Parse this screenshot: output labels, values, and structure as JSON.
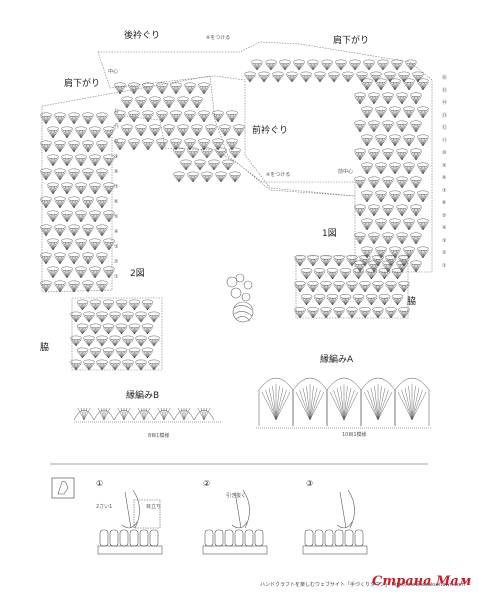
{
  "labels": {
    "back_neck": "後衿ぐり",
    "shoulder_right": "肩下がり",
    "shoulder_left": "肩下がり",
    "attach_top": "※をつける",
    "center_back": "中心",
    "front_neck": "前衿ぐり",
    "attach_mid": "※をつける",
    "center_front": "前中心",
    "figure1": "1図",
    "figure2": "2図",
    "side_right": "脇",
    "side_left": "脇",
    "edging_a": "縁編みA",
    "edging_b": "縁編みB",
    "repeat_a": "10目1模様",
    "repeat_b": "8目1模様"
  },
  "steps": [
    {
      "num": "①",
      "note_left": "2さい1",
      "note_right": "目立ち"
    },
    {
      "num": "②",
      "note_left": "引き抜く",
      "note_right": ""
    },
    {
      "num": "③",
      "note_left": "",
      "note_right": ""
    }
  ],
  "row_numbers_right": [
    "⑯",
    "⑮",
    "⑭",
    "⑬",
    "⑫",
    "⑪",
    "⑩",
    "⑨",
    "⑧",
    "⑦",
    "⑥",
    "⑤",
    "④",
    "③",
    "②",
    "①"
  ],
  "row_numbers_left": [
    "⑫",
    "⑪",
    "⑩",
    "⑨",
    "⑧",
    "⑦",
    "⑥",
    "⑤",
    "④",
    "③",
    "②",
    "①"
  ],
  "footer": "ハンドクラフトを楽しむウェブサイト「手づくりタウン」 http://www.tezukuritown.com",
  "watermark": "Страна Мам",
  "colors": {
    "ink": "#4a4a4a",
    "light": "#8a8a8a",
    "watermark": "#c81e2a"
  }
}
